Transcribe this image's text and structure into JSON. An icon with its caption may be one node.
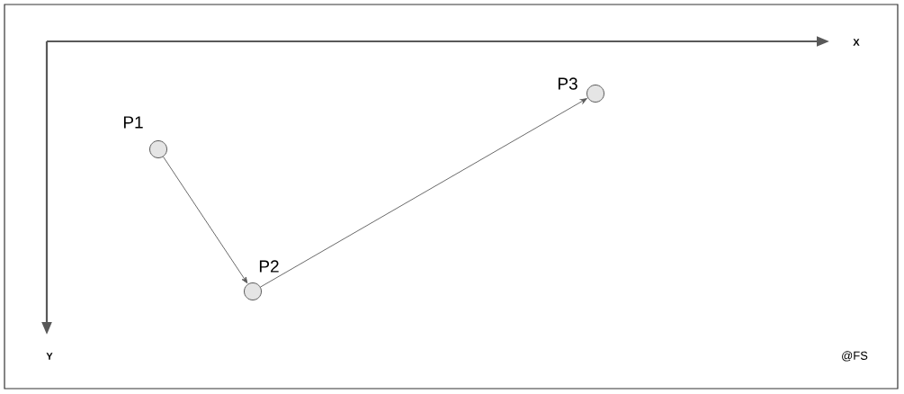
{
  "diagram": {
    "nodes": [
      {
        "text": [
          "P1"
        ]
      },
      {
        "text": [
          "P2"
        ]
      },
      {
        "text": [
          "P3"
        ]
      }
    ],
    "edges": [
      {
        "from": 0,
        "to": 1,
        "arrow": "to"
      },
      {
        "from": 1,
        "to": 2,
        "arrow": "to"
      }
    ],
    "labels": [
      "X",
      "Y",
      "@FS"
    ]
  }
}
